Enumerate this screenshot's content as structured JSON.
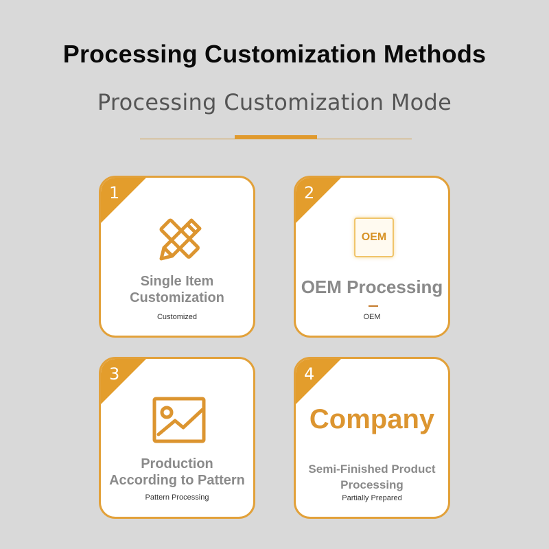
{
  "header": {
    "title": "Processing Customization Methods",
    "subtitle": "Processing Customization Mode"
  },
  "colors": {
    "accent": "#e39d2c",
    "background": "#d9d9d9",
    "label_gray": "#8a8a8a"
  },
  "cards": [
    {
      "number": "1",
      "icon": "pencil-ruler-icon",
      "label_line1": "Single Item",
      "label_line2": "Customization",
      "sub": "Customized"
    },
    {
      "number": "2",
      "icon": "oem-badge-icon",
      "badge_text": "OEM",
      "label_line1": "OEM Processing",
      "sub": "OEM"
    },
    {
      "number": "3",
      "icon": "image-icon",
      "label_line1": "Production",
      "label_line2": "According to Pattern",
      "sub": "Pattern Processing"
    },
    {
      "number": "4",
      "brand": "Company",
      "label_line1": "Semi-Finished Product",
      "label_line2": "Processing",
      "sub": "Partially Prepared"
    }
  ]
}
